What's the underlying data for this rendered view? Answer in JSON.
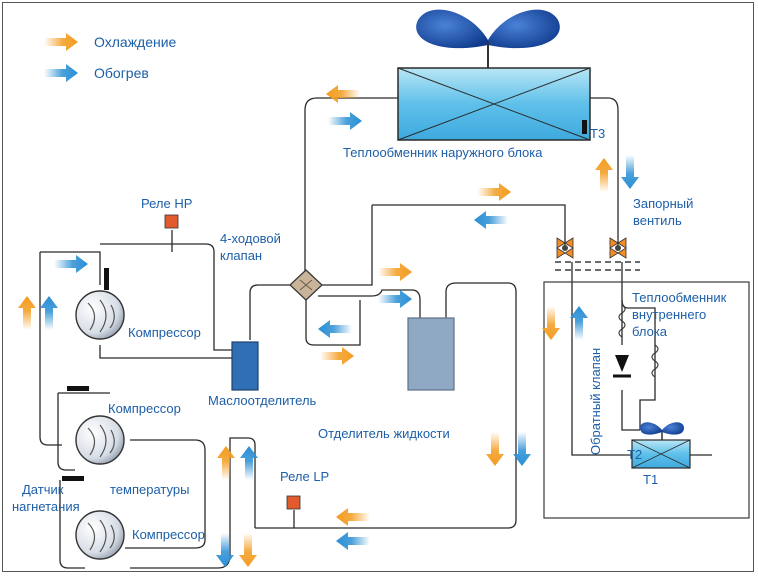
{
  "legend": {
    "cooling": "Охлаждение",
    "heating": "Обогрев",
    "cooling_color": "#f39c1f",
    "heating_color": "#2a8fd4"
  },
  "labels": {
    "outdoor_hx": "Теплообменник наружного блока",
    "t3": "T3",
    "stop_valve_1": "Запорный",
    "stop_valve_2": "вентиль",
    "hp_relay": "Реле HP",
    "four_way_1": "4-ходовой",
    "four_way_2": "клапан",
    "compressor_1": "Компрессор",
    "compressor_2": "Компрессор",
    "compressor_3": "Компрессор",
    "oil_separator": "Маслоотделитель",
    "liquid_separator": "Отделитель жидкости",
    "lp_relay": "Реле LP",
    "discharge_sensor_1": "Датчик",
    "discharge_sensor_2": "нагнетания",
    "temperature": "температуры",
    "indoor_hx_1": "Теплообменник",
    "indoor_hx_2": "внутреннего",
    "indoor_hx_3": "блока",
    "check_valve": "Обратный клапан",
    "t1": "T1",
    "t2": "T2"
  },
  "icons": {
    "fan": "fan-icon",
    "compressor": "compressor-icon",
    "valve": "valve-icon",
    "arrow": "flow-arrow-icon"
  }
}
